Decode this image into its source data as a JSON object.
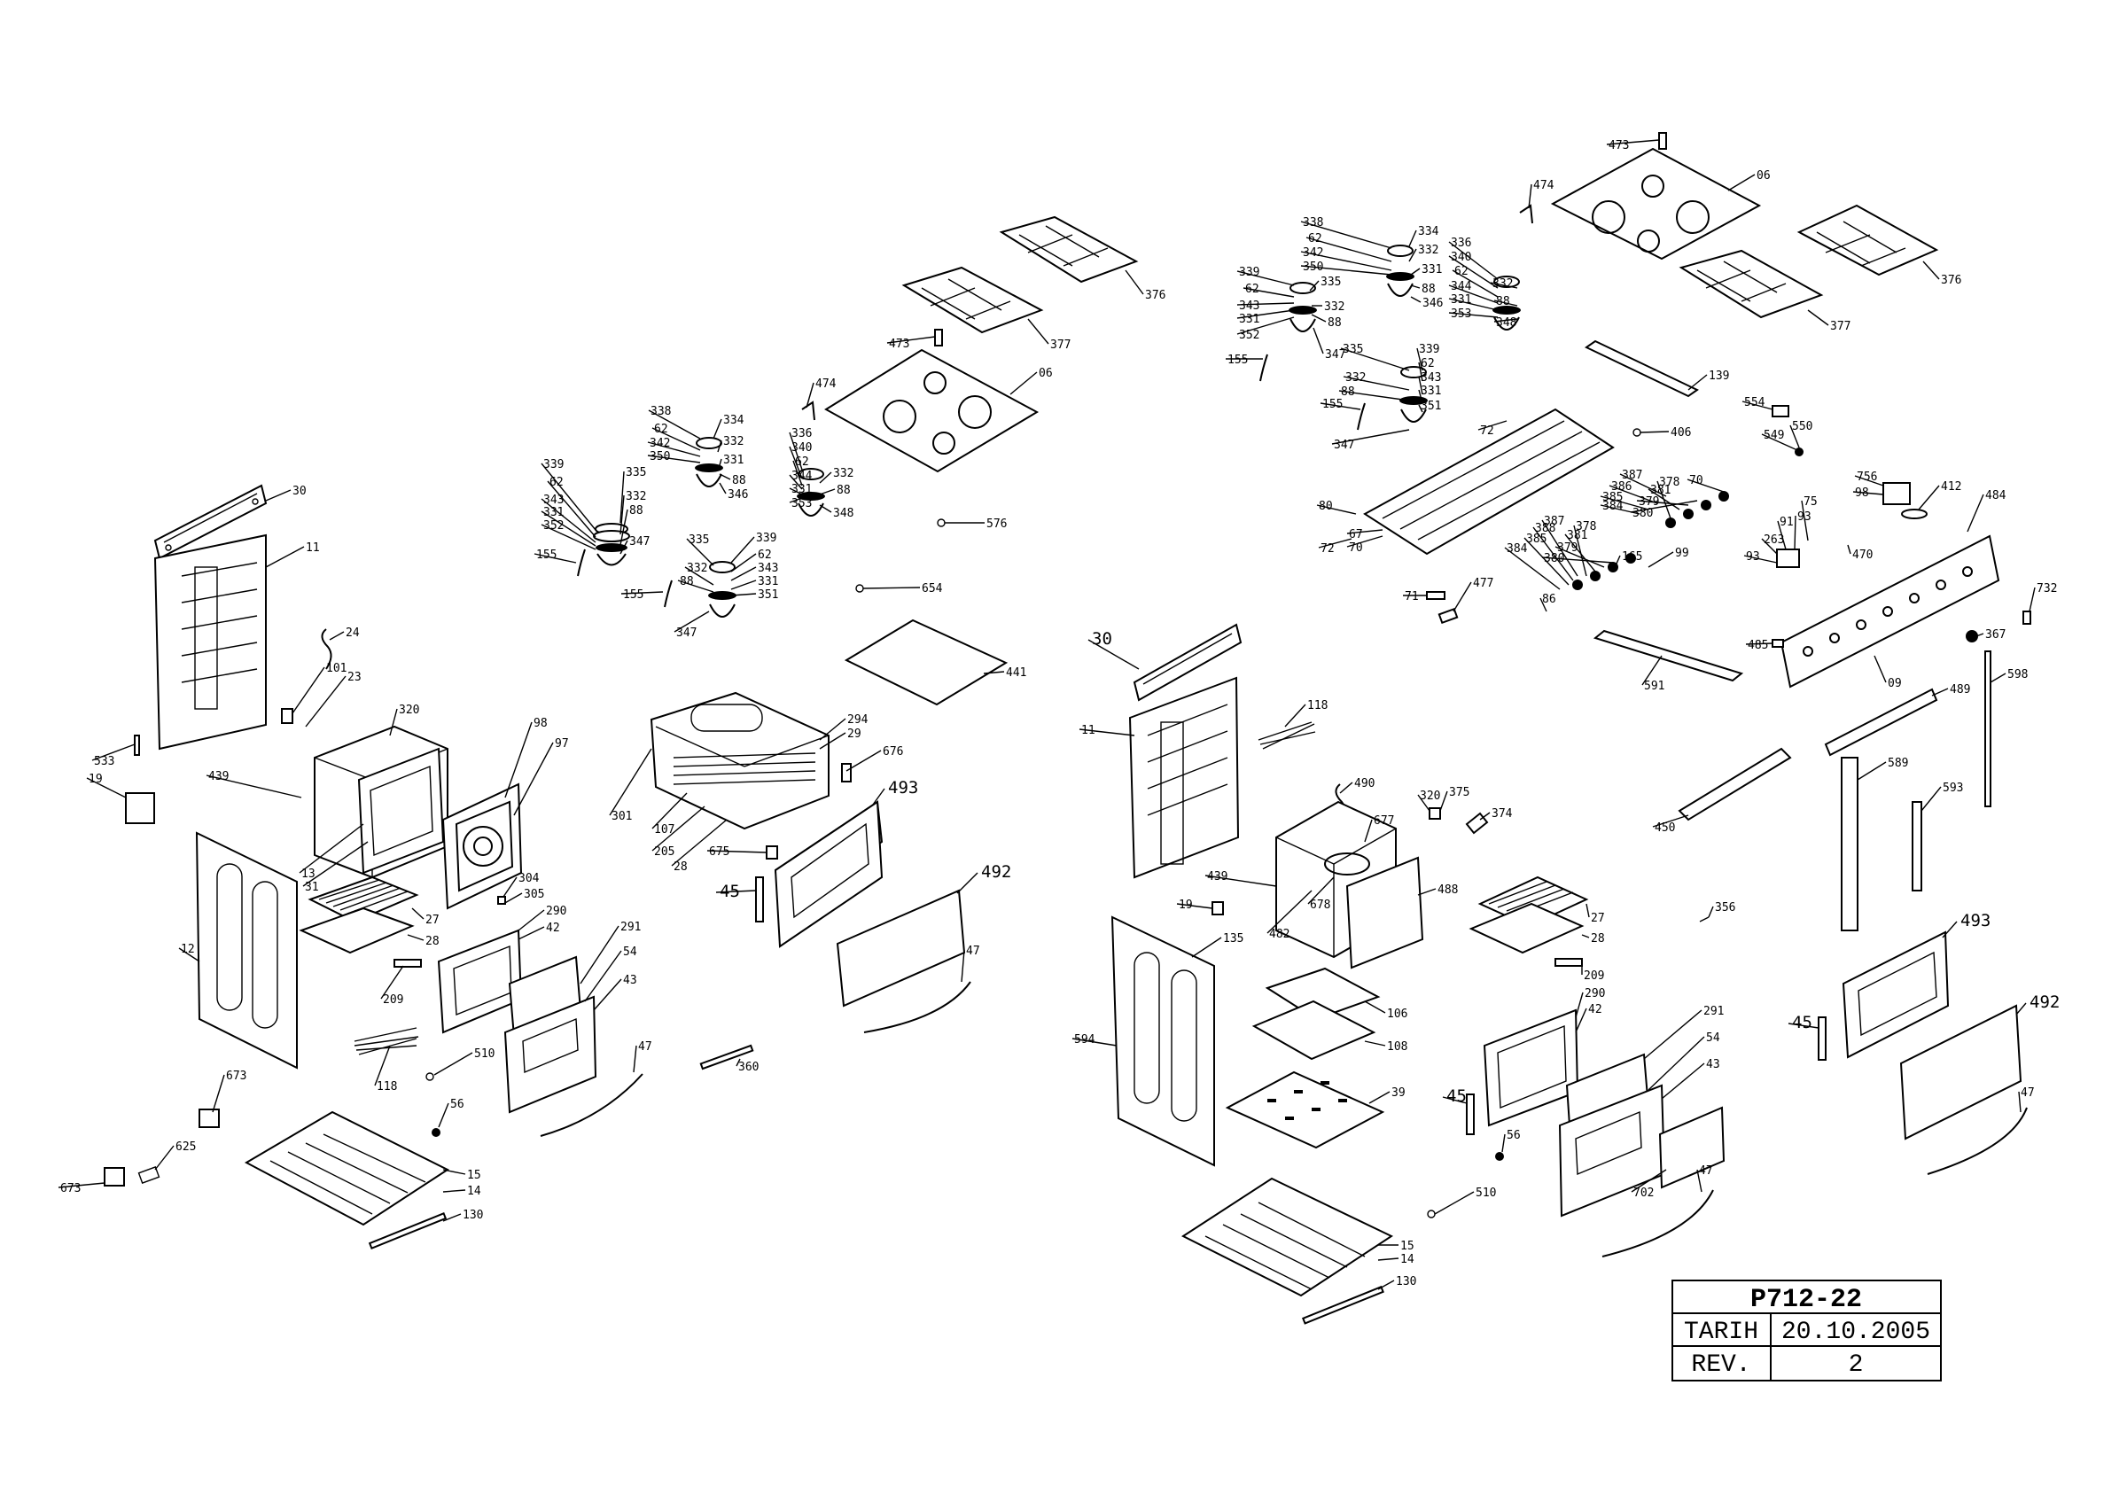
{
  "title_block": {
    "code": "P712-22",
    "date_label": "TARIH",
    "date_value": "20.10.2005",
    "rev_label": "REV.",
    "rev_value": "2"
  },
  "callouts": {
    "left": {
      "c30": "30",
      "c11": "11",
      "c24": "24",
      "c101": "101",
      "c23": "23",
      "c320": "320",
      "c533": "533",
      "c19": "19",
      "c439": "439",
      "c98": "98",
      "c97": "97",
      "c13": "13",
      "c31": "31",
      "c12": "12",
      "c304": "304",
      "c305": "305",
      "c27": "27",
      "c28": "28",
      "c290": "290",
      "c42": "42",
      "c209": "209",
      "c291": "291",
      "c54": "54",
      "c43": "43",
      "c118": "118",
      "c510": "510",
      "c56": "56",
      "c673a": "673",
      "c625": "625",
      "c673b": "673",
      "c15": "15",
      "c14": "14",
      "c130": "130",
      "c339": "339",
      "c62a": "62",
      "c343": "343",
      "c331a": "331",
      "c352": "352",
      "c335": "335",
      "c332a": "332",
      "c88a": "88",
      "c347a": "347",
      "c338": "338",
      "c62b": "62",
      "c342": "342",
      "c350": "350",
      "c334": "334",
      "c332b": "332",
      "c331b": "331",
      "c88b": "88",
      "c346": "346",
      "c336": "336",
      "c340": "340",
      "c62c": "62",
      "c344": "344",
      "c331c": "331",
      "c353": "353",
      "c332c": "332",
      "c88c": "88",
      "c348": "348",
      "c155a": "155",
      "c155b": "155",
      "c335b": "335",
      "c339b": "339",
      "c62d": "62",
      "c343b": "343",
      "c331d": "331",
      "c351": "351",
      "c332d": "332",
      "c88d": "88",
      "c347b": "347",
      "c474": "474",
      "c473": "473",
      "c06": "06",
      "c377": "377",
      "c376": "376",
      "c576": "576",
      "c654": "654",
      "c441": "441",
      "c294": "294",
      "c29": "29",
      "c676": "676",
      "c301": "301",
      "c107": "107",
      "c205": "205",
      "c28b": "28",
      "c675": "675",
      "c493": "493",
      "c45": "45",
      "c492": "492",
      "c47a": "47",
      "c47b": "47",
      "c360": "360"
    },
    "right": {
      "c473": "473",
      "c474": "474",
      "c06": "06",
      "c376": "376",
      "c377": "377",
      "c338": "338",
      "c62a": "62",
      "c342": "342",
      "c350": "350",
      "c334": "334",
      "c332a": "332",
      "c331a": "331",
      "c88a": "88",
      "c346": "346",
      "c336": "336",
      "c340": "340",
      "c62b": "62",
      "c344": "344",
      "c331b": "331",
      "c353": "353",
      "c332b": "332",
      "c88b": "88",
      "c348": "348",
      "c339": "339",
      "c62c": "62",
      "c343": "343",
      "c331c": "331",
      "c352": "352",
      "c335": "335",
      "c332c": "332",
      "c88c": "88",
      "c347a": "347",
      "c155a": "155",
      "c155b": "155",
      "c335b": "335",
      "c339b": "339",
      "c62d": "62",
      "c332d": "332",
      "c343b": "343",
      "c88d": "88",
      "c331d": "331",
      "c351": "351",
      "c347b": "347",
      "c139": "139",
      "c554": "554",
      "c549": "549",
      "c550": "550",
      "c72a": "72",
      "c406": "406",
      "c387a": "387",
      "c386": "386",
      "c385": "385",
      "c384": "384",
      "c378a": "378",
      "c381a": "381",
      "c379a": "379",
      "c380a": "380",
      "c70a": "70",
      "c756": "756",
      "c98": "98",
      "c412": "412",
      "c484": "484",
      "c80": "80",
      "c72b": "72",
      "c67": "67",
      "c70b": "70",
      "c387b": "387",
      "c388": "388",
      "c385b": "385",
      "c384b": "384",
      "c378b": "378",
      "c381b": "381",
      "c379b": "379",
      "c380b": "380",
      "c165": "165",
      "c99": "99",
      "c75": "75",
      "c91": "91",
      "c93a": "93",
      "c263": "263",
      "c93b": "93",
      "c470": "470",
      "c71": "71",
      "c477": "477",
      "c86": "86",
      "c732": "732",
      "c367": "367",
      "c485": "485",
      "c591": "591",
      "c09": "09",
      "c598": "598",
      "c489": "489",
      "c30": "30",
      "c11": "11",
      "c118": "118",
      "c490": "490",
      "c320": "320",
      "c375": "375",
      "c374": "374",
      "c677": "677",
      "c439": "439",
      "c19": "19",
      "c488": "488",
      "c678": "678",
      "c482": "482",
      "c27": "27",
      "c28": "28",
      "c135": "135",
      "c450": "450",
      "c589": "589",
      "c593": "593",
      "c356": "356",
      "c209": "209",
      "c106": "106",
      "c108": "108",
      "c594": "594",
      "c290": "290",
      "c42": "42",
      "c291": "291",
      "c54": "54",
      "c43": "43",
      "c45a": "45",
      "c39": "39",
      "c45b": "45",
      "c56": "56",
      "c702": "702",
      "c47a": "47",
      "c510": "510",
      "c15": "15",
      "c14": "14",
      "c130": "130",
      "c493": "493",
      "c492": "492",
      "c47b": "47"
    }
  }
}
